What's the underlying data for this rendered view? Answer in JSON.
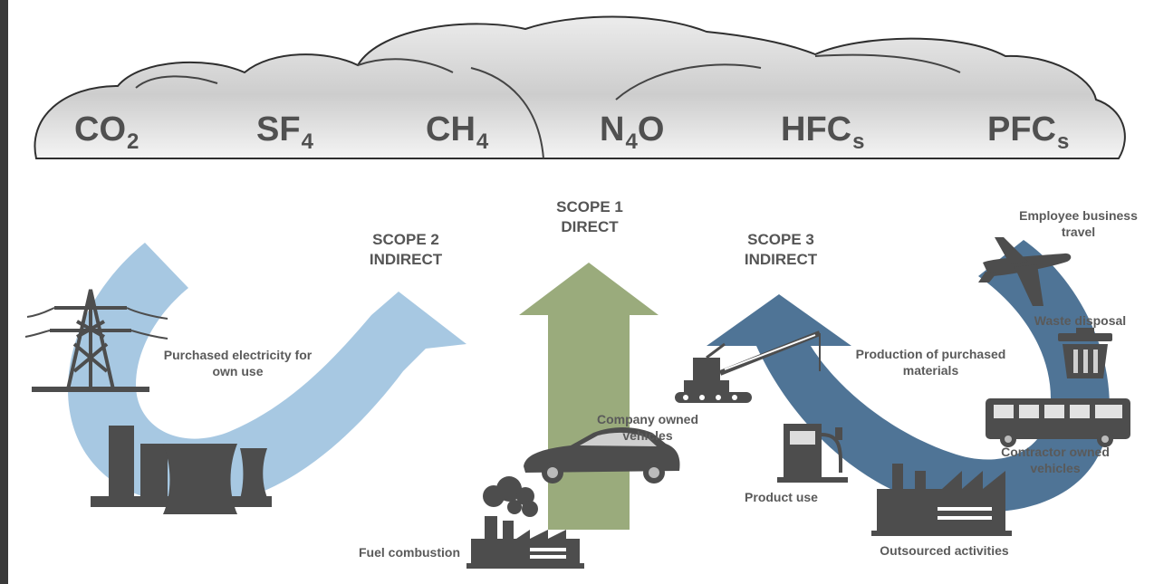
{
  "gases": [
    {
      "base": "CO",
      "sub": "2"
    },
    {
      "base": "SF",
      "sub": "4"
    },
    {
      "base": "CH",
      "sub": "4"
    },
    {
      "base": "N",
      "sub": "4",
      "tail": "O"
    },
    {
      "base": "HFC",
      "sub": "s"
    },
    {
      "base": "PFC",
      "sub": "s"
    }
  ],
  "scopes": {
    "scope1": {
      "line1": "SCOPE 1",
      "line2": "DIRECT"
    },
    "scope2": {
      "line1": "SCOPE 2",
      "line2": "INDIRECT"
    },
    "scope3": {
      "line1": "SCOPE 3",
      "line2": "INDIRECT"
    }
  },
  "labels": {
    "purchased_electricity": {
      "line1": "Purchased electricity for",
      "line2": "own use"
    },
    "company_vehicles": {
      "line1": "Company owned",
      "line2": "vehicles"
    },
    "fuel_combustion": "Fuel combustion",
    "production_materials": {
      "line1": "Production of purchased",
      "line2": "materials"
    },
    "product_use": "Product use",
    "outsourced": "Outsourced activities",
    "employee_travel": {
      "line1": "Employee business",
      "line2": "travel"
    },
    "waste_disposal": "Waste disposal",
    "contractor_vehicles": {
      "line1": "Contractor owned",
      "line2": "vehicles"
    }
  },
  "colors": {
    "scope1_arrow": "#9aab7c",
    "scope2_arrow": "#a7c8e2",
    "scope3_arrow": "#4f7496",
    "icon": "#4d4d4d",
    "cloud": "#dcdcdc"
  }
}
